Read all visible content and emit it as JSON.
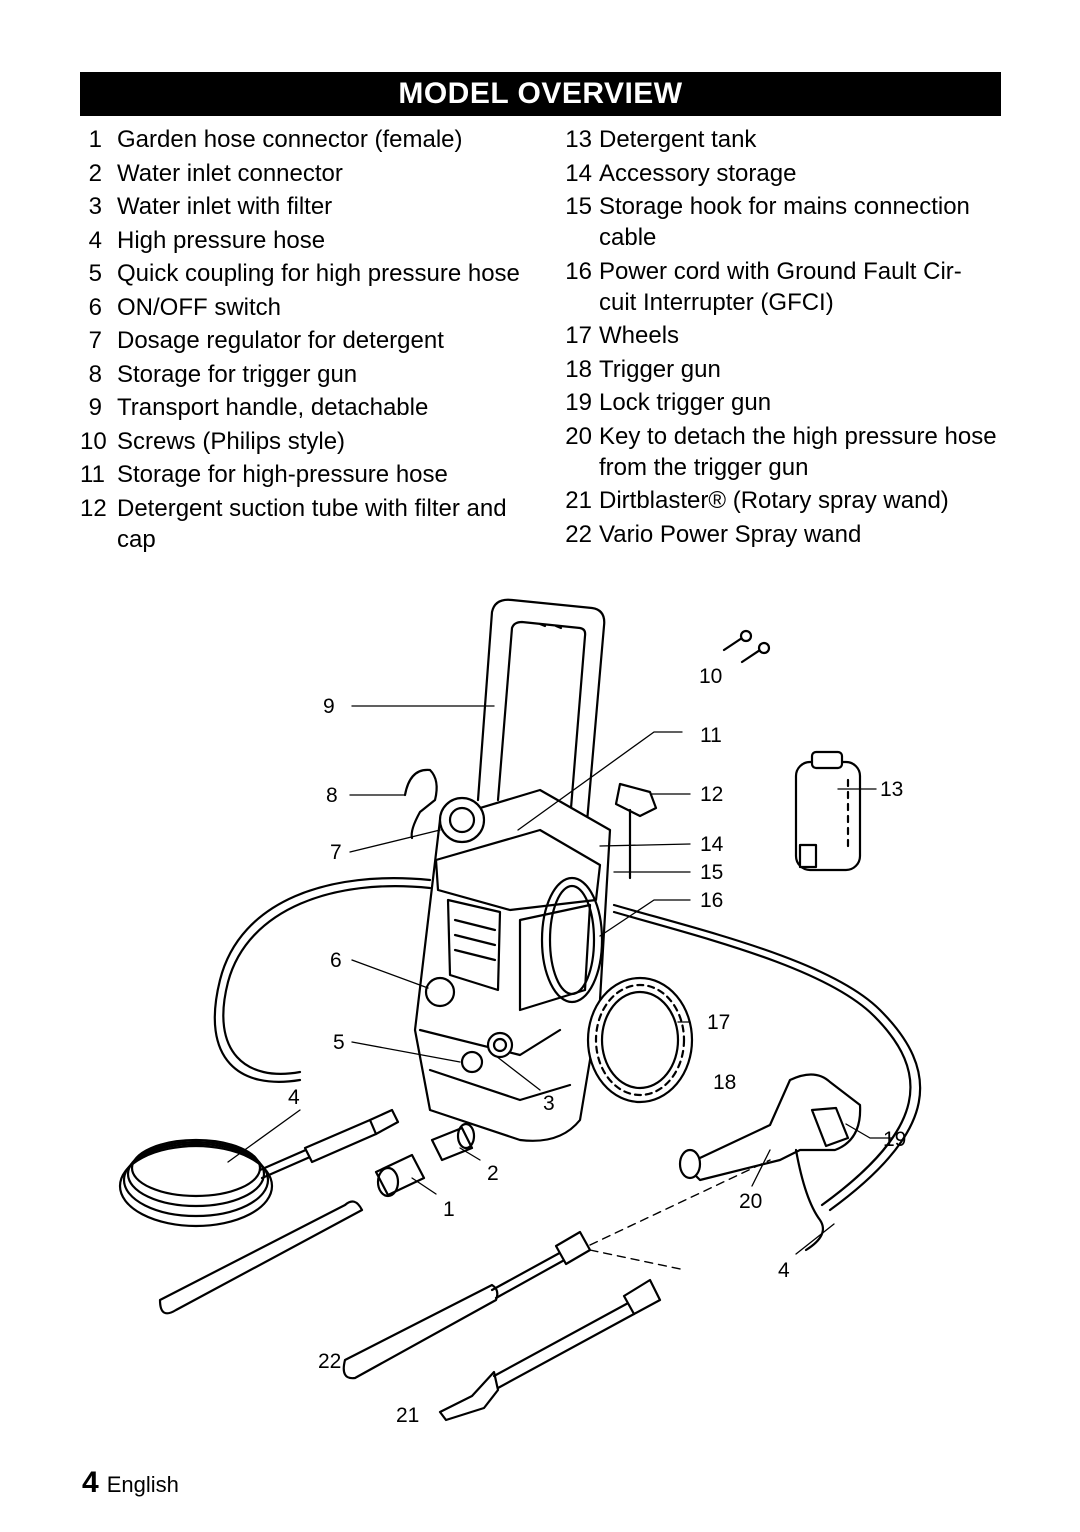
{
  "title": "MODEL OVERVIEW",
  "parts_left": [
    {
      "num": "1",
      "text": "Garden hose connector (female)"
    },
    {
      "num": "2",
      "text": "Water inlet connector"
    },
    {
      "num": "3",
      "text": "Water inlet with filter"
    },
    {
      "num": "4",
      "text": "High pressure hose"
    },
    {
      "num": "5",
      "text": "Quick coupling for high pressure hose"
    },
    {
      "num": "6",
      "text": "ON/OFF switch"
    },
    {
      "num": "7",
      "text": "Dosage regulator for detergent"
    },
    {
      "num": "8",
      "text": "Storage for trigger gun"
    },
    {
      "num": "9",
      "text": "Transport handle, detachable"
    },
    {
      "num": "10",
      "text": "Screws (Philips style)"
    },
    {
      "num": "11",
      "text": "Storage for high-pressure hose"
    },
    {
      "num": "12",
      "text": "Detergent suction tube with filter and cap"
    }
  ],
  "parts_right": [
    {
      "num": "13",
      "text": "Detergent tank"
    },
    {
      "num": "14",
      "text": "Accessory storage"
    },
    {
      "num": "15",
      "text": "Storage hook for mains connection cable"
    },
    {
      "num": "16",
      "text": "Power cord with Ground Fault Cir- cuit Interrupter (GFCI)"
    },
    {
      "num": "17",
      "text": "Wheels"
    },
    {
      "num": "18",
      "text": "Trigger gun"
    },
    {
      "num": "19",
      "text": "Lock trigger gun"
    },
    {
      "num": "20",
      "text": "Key to detach the high pressure hose from the trigger gun"
    },
    {
      "num": "21",
      "text": "Dirtblaster® (Rotary spray wand)"
    },
    {
      "num": "22",
      "text": "Vario Power Spray wand"
    }
  ],
  "diagram_labels": {
    "l1": "1",
    "l2": "2",
    "l3": "3",
    "l4a": "4",
    "l4b": "4",
    "l5": "5",
    "l6": "6",
    "l7": "7",
    "l8": "8",
    "l9": "9",
    "l10": "10",
    "l11": "11",
    "l12": "12",
    "l13": "13",
    "l14": "14",
    "l15": "15",
    "l16": "16",
    "l17": "17",
    "l18": "18",
    "l19": "19",
    "l20": "20",
    "l21": "21",
    "l22": "22"
  },
  "footer": {
    "page": "4",
    "language": "English"
  }
}
